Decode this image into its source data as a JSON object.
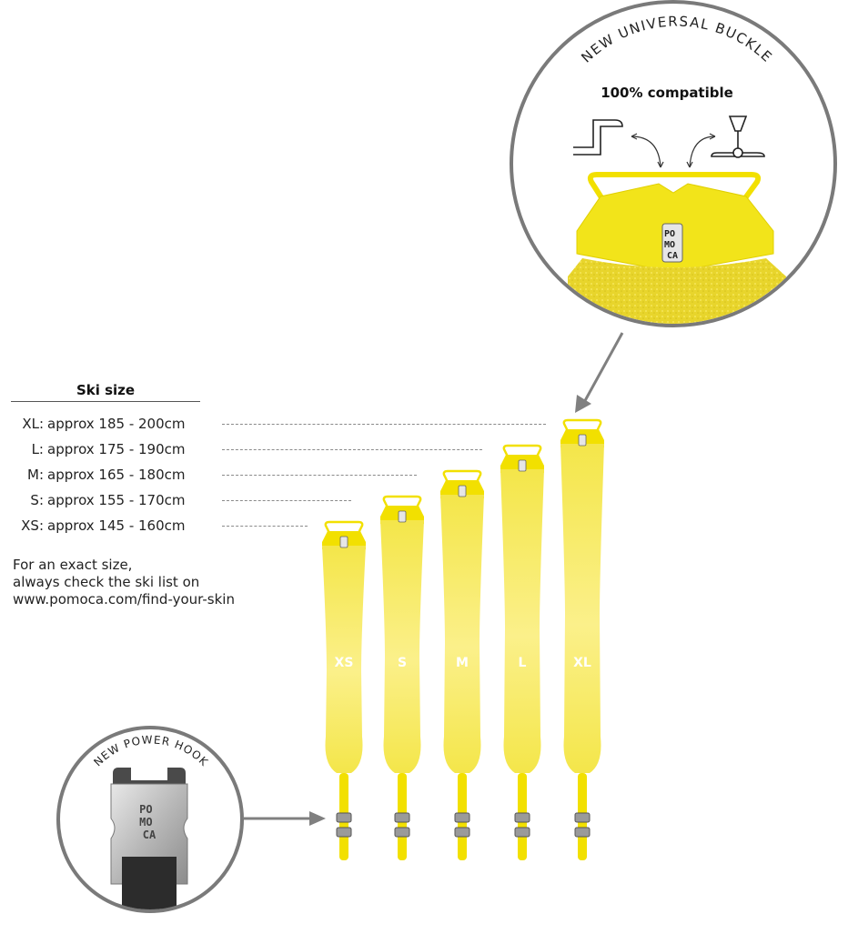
{
  "universal_buckle": {
    "arc_text": "NEW UNIVERSAL BUCKLE",
    "compat_text": "100% compatible",
    "logo_lines": [
      "PO",
      "MO",
      "CA"
    ]
  },
  "power_hook": {
    "arc_text": "NEW POWER HOOK",
    "logo_lines": [
      "PO",
      "MO",
      "CA"
    ]
  },
  "size_table": {
    "title": "Ski size",
    "rows": [
      {
        "code": "XL:",
        "text": "approx 185 - 200cm"
      },
      {
        "code": "L:",
        "text": "approx 175 - 190cm"
      },
      {
        "code": "M:",
        "text": "approx 165 - 180cm"
      },
      {
        "code": "S:",
        "text": "approx 155 - 170cm"
      },
      {
        "code": "XS:",
        "text": "approx 145 - 160cm"
      }
    ]
  },
  "note": {
    "line1": "For an exact size,",
    "line2": "always check the ski list on",
    "line3": "www.pomoca.com/find-your-skin"
  },
  "skins": [
    {
      "label": "XS"
    },
    {
      "label": "S"
    },
    {
      "label": "M"
    },
    {
      "label": "L"
    },
    {
      "label": "XL"
    }
  ],
  "colors": {
    "skin_yellow": "#f4e64a",
    "skin_yellow_light": "#fbf08a",
    "buckle_yellow": "#f2e000",
    "circle_border": "#7a7a7a",
    "arrow_grey": "#808080"
  }
}
